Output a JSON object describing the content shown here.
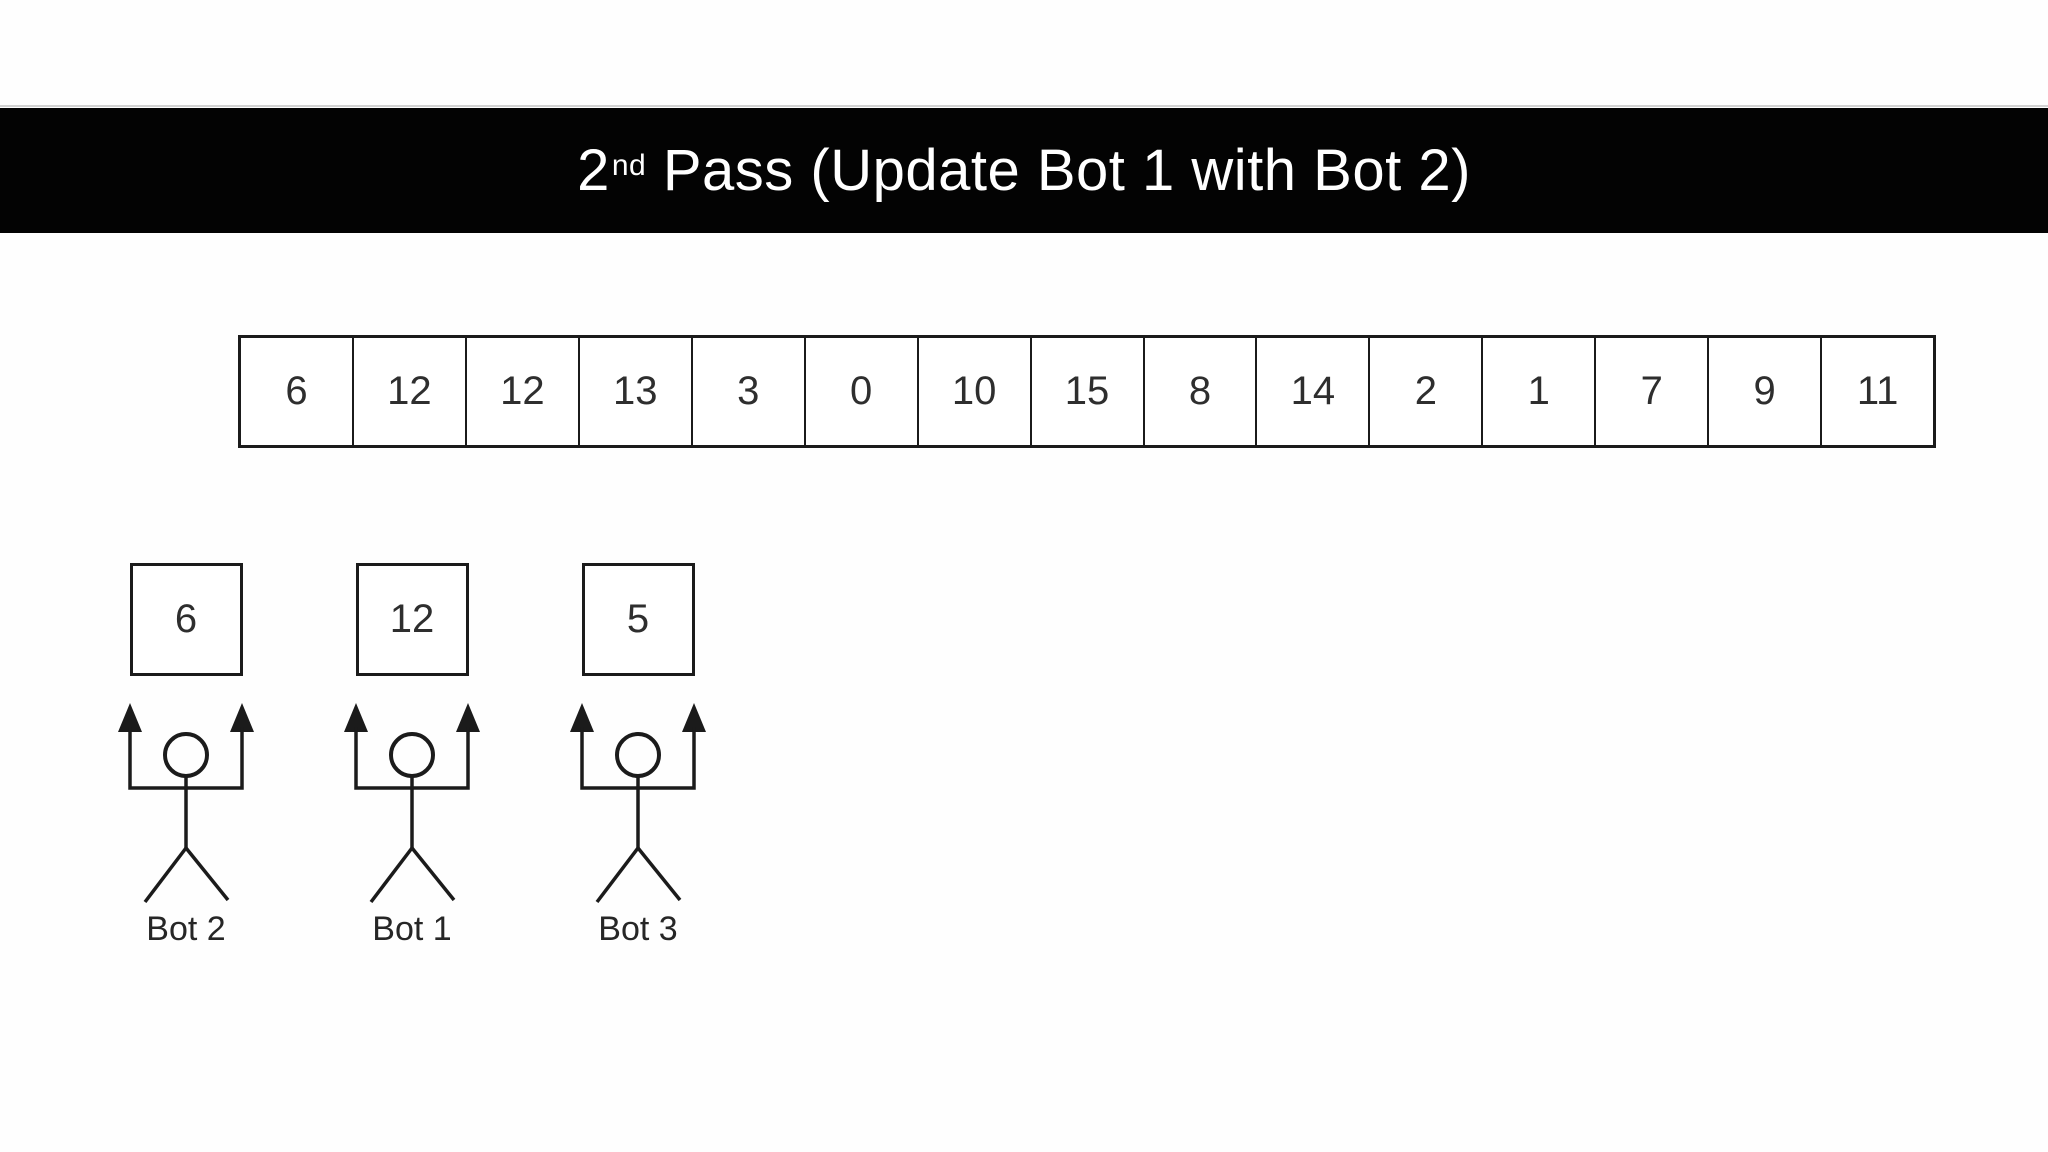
{
  "banner": {
    "title_number": "2",
    "title_superscript": "nd",
    "title_rest": " Pass (Update Bot 1 with Bot 2)"
  },
  "array": {
    "cells": [
      "6",
      "12",
      "12",
      "13",
      "3",
      "0",
      "10",
      "15",
      "8",
      "14",
      "2",
      "1",
      "7",
      "9",
      "11"
    ]
  },
  "bots": [
    {
      "label": "Bot 2",
      "value": "6"
    },
    {
      "label": "Bot 1",
      "value": "12"
    },
    {
      "label": "Bot 3",
      "value": "5"
    }
  ],
  "colors": {
    "banner_background": "#030303",
    "banner_text": "#ffffff",
    "line": "#1b1b1b",
    "text": "#2e2e2e",
    "page_background": "#fefefe"
  }
}
